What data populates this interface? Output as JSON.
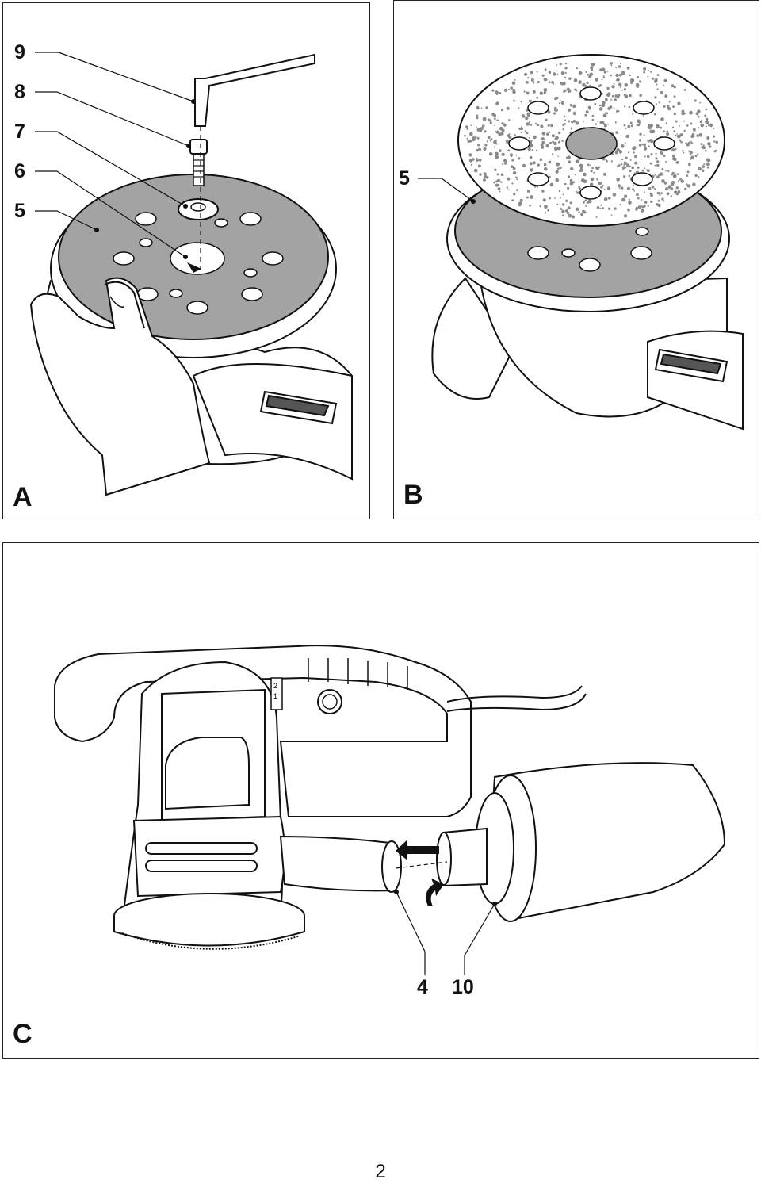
{
  "figures": {
    "a": {
      "letter": "A",
      "callouts": [
        "9",
        "8",
        "7",
        "6",
        "5"
      ]
    },
    "b": {
      "letter": "B",
      "callouts": [
        "5"
      ]
    },
    "c": {
      "letter": "C",
      "callouts": [
        "4",
        "10"
      ],
      "dial_digits": [
        "2",
        "1"
      ]
    }
  },
  "page_number": "2",
  "colors": {
    "pad_gray": "#a3a3a3",
    "line": "#111111",
    "grit_dots": "#8a8a8a"
  }
}
